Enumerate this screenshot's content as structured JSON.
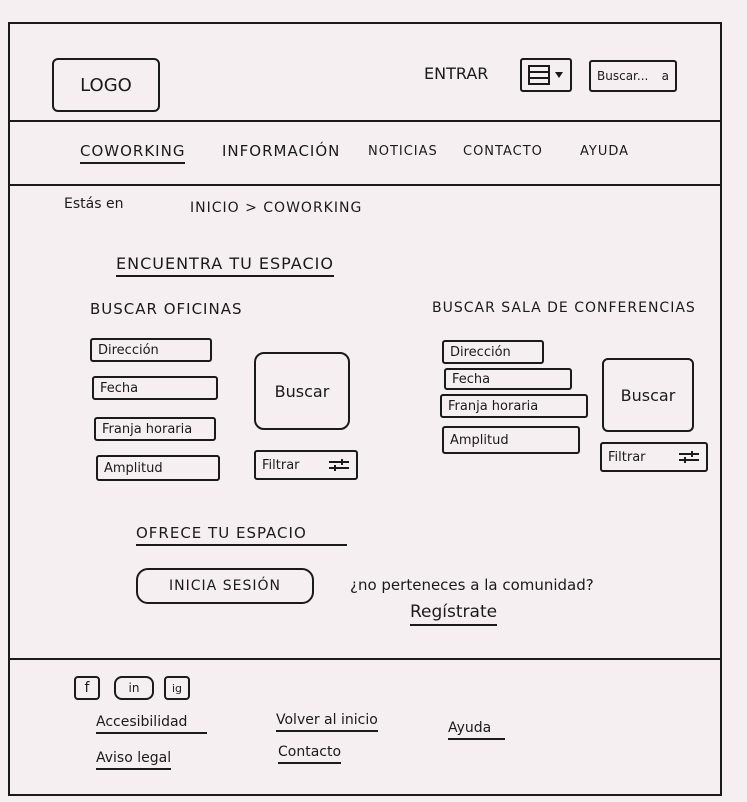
{
  "header": {
    "logo": "LOGO",
    "login": "ENTRAR",
    "search_placeholder": "Buscar...",
    "search_icon_glyph": "a"
  },
  "nav": {
    "items": [
      "COWORKING",
      "INFORMACIÓN",
      "NOTICIAS",
      "CONTACTO",
      "AYUDA"
    ]
  },
  "breadcrumb": {
    "prefix": "Estás en",
    "path": "INICIO > COWORKING"
  },
  "main": {
    "title": "ENCUENTRA TU ESPACIO",
    "offices": {
      "heading": "BUSCAR OFICINAS",
      "fields": [
        "Dirección",
        "Fecha",
        "Franja horaria",
        "Amplitud"
      ],
      "search": "Buscar",
      "filter": "Filtrar"
    },
    "rooms": {
      "heading": "BUSCAR SALA DE CONFERENCIAS",
      "fields": [
        "Dirección",
        "Fecha",
        "Franja horaria",
        "Amplitud"
      ],
      "search": "Buscar",
      "filter": "Filtrar"
    },
    "offer": {
      "title": "OFRECE TU ESPACIO",
      "login": "INICIA SESIÓN",
      "question": "¿no perteneces a la comunidad?",
      "register": "Regístrate"
    }
  },
  "footer": {
    "social": [
      "f",
      "in",
      "ig"
    ],
    "links": [
      "Accesibilidad",
      "Volver al inicio",
      "Ayuda",
      "Aviso legal",
      "Contacto"
    ]
  }
}
